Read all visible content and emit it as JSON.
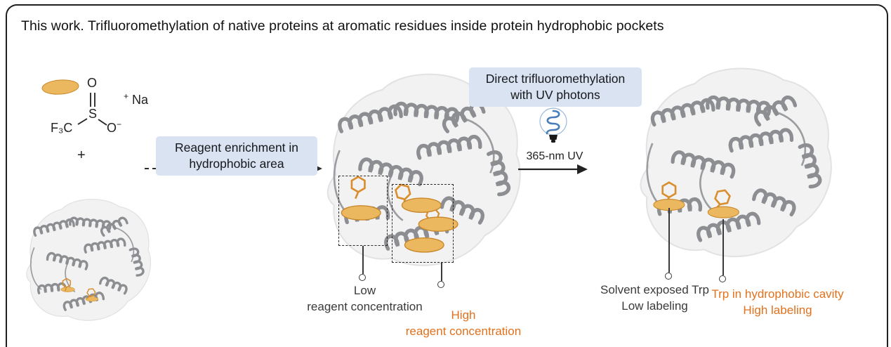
{
  "title": "This work. Trifluoromethylation of native proteins at aromatic residues inside protein hydrophobic pockets",
  "reagent": {
    "cf3": "F₃C",
    "sulfur": "S",
    "oxygen_double": "O",
    "oxygen_single": "O",
    "oxygen_charge": "−",
    "sodium": "Na",
    "sodium_charge": "+",
    "plus": "+"
  },
  "step1": {
    "line1": "Reagent enrichment in",
    "line2": "hydrophobic area"
  },
  "step2": {
    "line1": "Direct trifluoromethylation",
    "line2": "with UV photons",
    "uv": "365-nm UV"
  },
  "labels": {
    "low_conc_line1": "Low",
    "low_conc_line2": "reagent concentration",
    "high_conc_line1": "High",
    "high_conc_line2": "reagent concentration",
    "solvent_trp_line1": "Solvent exposed Trp",
    "solvent_trp_line2": "Low labeling",
    "cavity_trp_line1": "Trp in hydrophobic cavity",
    "cavity_trp_line2": "High labeling"
  },
  "colors": {
    "orange_text": "#E2711D",
    "reagent_fill": "#ECB85F",
    "reagent_stroke": "#C8872B",
    "blue_box": "#DAE3F1",
    "protein_ribbon": "#8c8e91"
  },
  "icons": {
    "uv_lamp": "uv-lamp-icon",
    "reagent_blob": "reagent-ellipse",
    "trp_ring": "trp-indole-ring",
    "arrow_right": "arrow-right-icon"
  }
}
